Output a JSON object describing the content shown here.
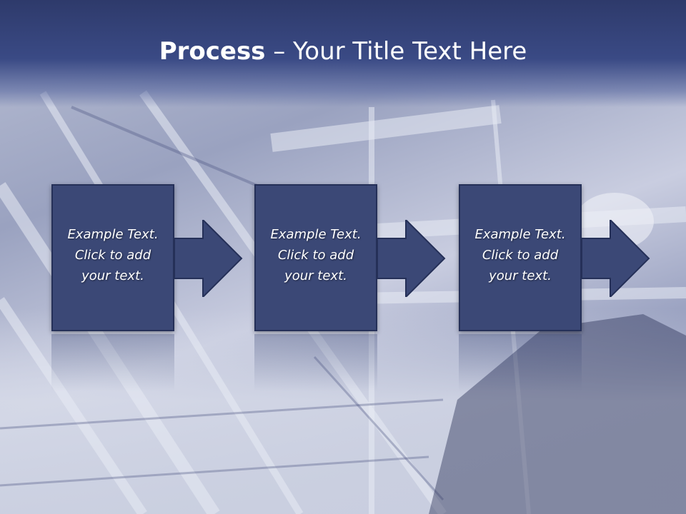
{
  "slide": {
    "title_bold": "Process",
    "title_rest": " – Your Title Text Here"
  },
  "steps": [
    {
      "line1": "Example Text.",
      "line2": "Click  to add",
      "line3": "your text."
    },
    {
      "line1": "Example Text.",
      "line2": "Click  to add",
      "line3": "your text."
    },
    {
      "line1": "Example Text.",
      "line2": "Click  to add",
      "line3": "your text."
    }
  ],
  "colors": {
    "header": "#34427a",
    "box_fill": "#3b4876",
    "box_border": "#253058",
    "text": "#ffffff"
  },
  "icons": [
    "right-arrow-icon"
  ]
}
